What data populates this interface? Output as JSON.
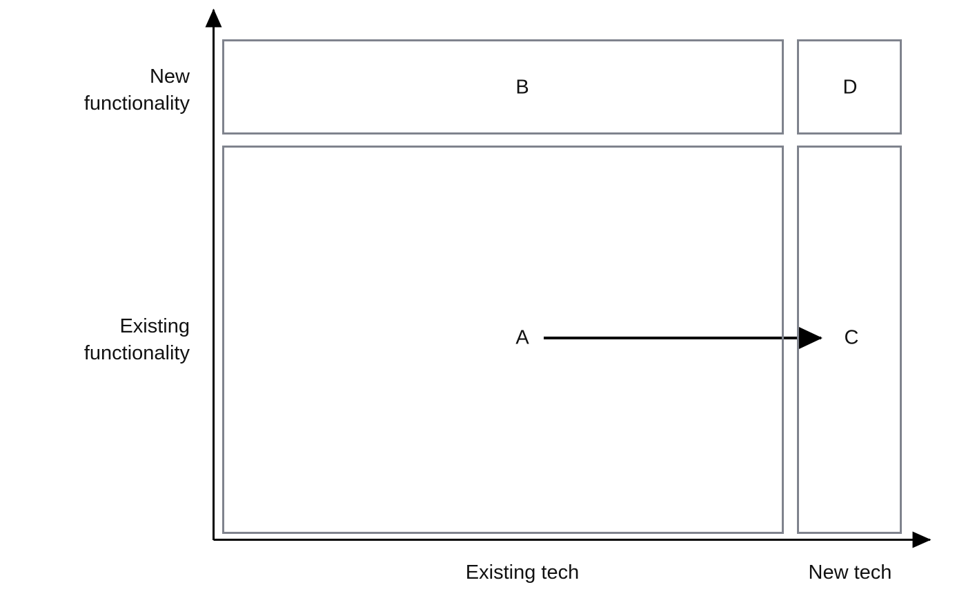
{
  "diagram": {
    "title": "",
    "colors": {
      "box_border": "#7f838d",
      "axis": "#000000",
      "arrow": "#000000",
      "text": "#111111",
      "background": "#ffffff"
    },
    "y_axis": {
      "name": "functionality-axis",
      "labels": [
        {
          "id": "new-functionality",
          "text": "New\nfunctionality"
        },
        {
          "id": "existing-functionality",
          "text": "Existing\nfunctionality"
        }
      ]
    },
    "x_axis": {
      "name": "technology-axis",
      "labels": [
        {
          "id": "existing-tech",
          "text": "Existing tech"
        },
        {
          "id": "new-tech",
          "text": "New tech"
        }
      ]
    },
    "quadrants": [
      {
        "id": "quadrant-b",
        "label": "B"
      },
      {
        "id": "quadrant-d",
        "label": "D"
      },
      {
        "id": "quadrant-existing-existing",
        "label": ""
      },
      {
        "id": "quadrant-existing-new",
        "label": ""
      }
    ],
    "points": [
      {
        "id": "point-a",
        "label": "A"
      },
      {
        "id": "point-c",
        "label": "C"
      }
    ],
    "arrow": {
      "id": "arrow-a-to-c",
      "from": "A",
      "to": "C"
    }
  }
}
